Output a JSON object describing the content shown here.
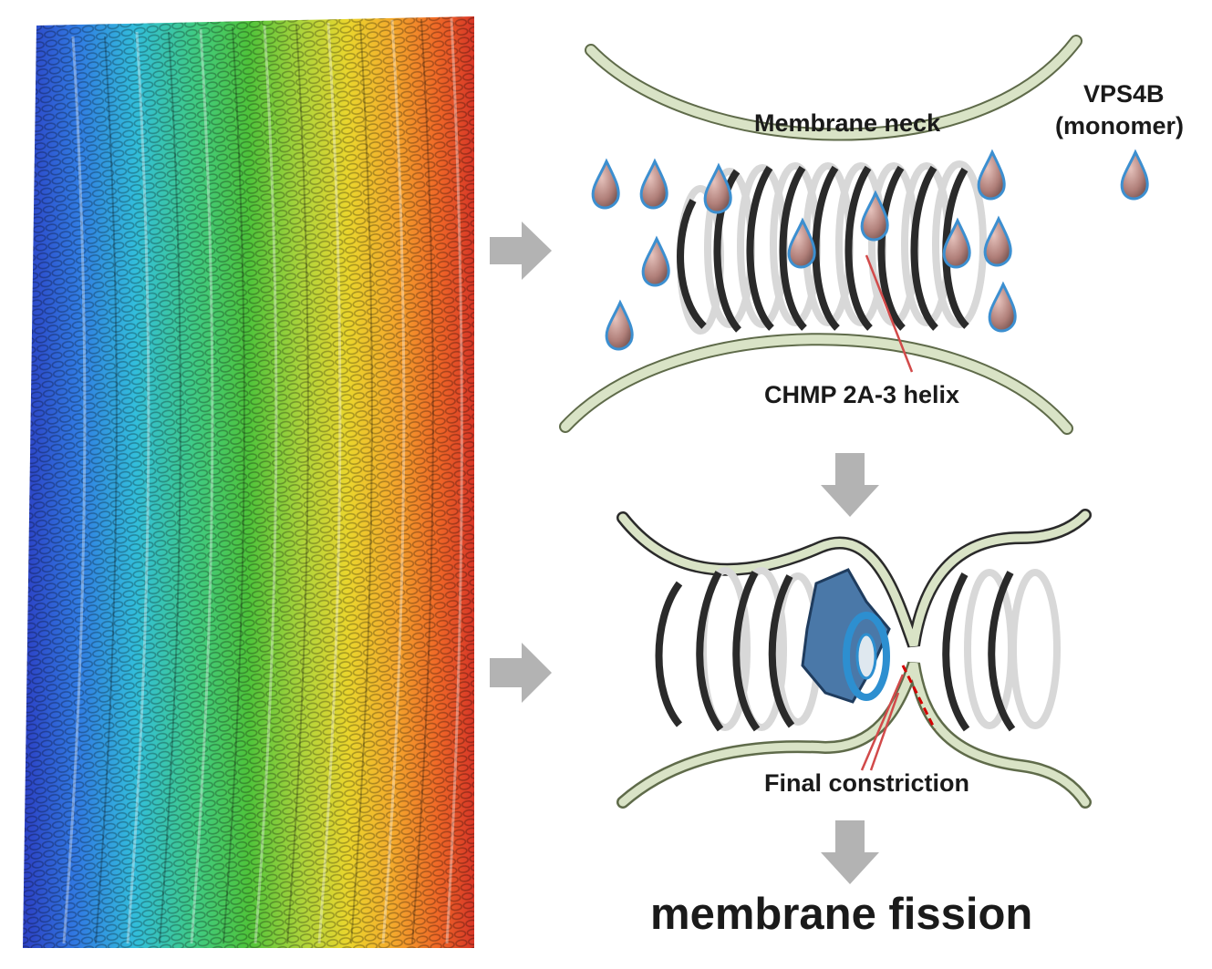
{
  "labels": {
    "membrane_neck": "Membrane neck",
    "vps4b": "VPS4B",
    "monomer": "(monomer)",
    "chmp_helix": "CHMP 2A-3 helix",
    "final_constriction": "Final constriction",
    "membrane_fission": "membrane fission"
  },
  "colors": {
    "membrane": "#d9e3c6",
    "membrane_edge": "#5f6b4a",
    "helix_dark": "#2a2a2a",
    "helix_light": "#d8d8d8",
    "arrow": "#b3b3b3",
    "droplet_body": "#b07f79",
    "droplet_edge": "#3c8fd0",
    "pointer": "#d24a4a",
    "rainbow": [
      "#1a2fbf",
      "#1f6fe0",
      "#20b8d8",
      "#2fc77a",
      "#3fbf2a",
      "#a8d12a",
      "#e8d21a",
      "#f3a21a",
      "#ee5a14",
      "#d42514"
    ]
  },
  "icons": {
    "arrow": "block-arrow-icon",
    "droplet": "vps4b-droplet-icon"
  }
}
